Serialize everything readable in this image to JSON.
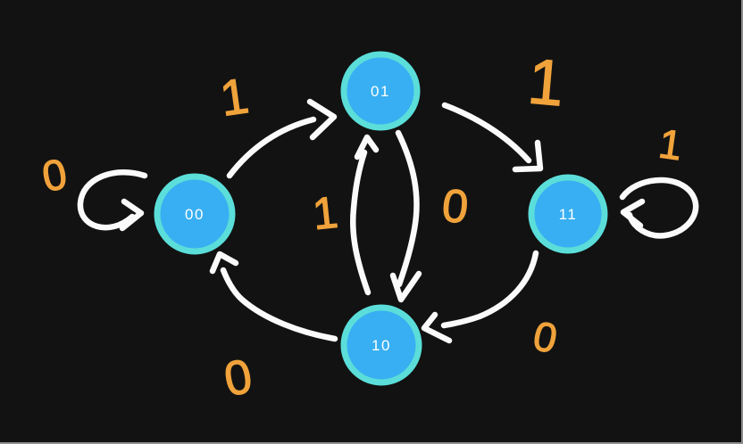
{
  "diagram": {
    "type": "finite-state-machine",
    "description": "Hand-drawn 4-state automaton over binary alphabet on dark whiteboard canvas",
    "colors": {
      "background": "#121212",
      "state_fill": "#38AFF2",
      "state_ring": "#5BDED9",
      "state_text": "#FFFFFF",
      "arrow_stroke": "#FAFAFA",
      "symbol_color": "#F0A23B",
      "frame_edge": "#8F8F8F"
    },
    "states": [
      {
        "id": "00",
        "label": "00"
      },
      {
        "id": "01",
        "label": "01"
      },
      {
        "id": "11",
        "label": "11"
      },
      {
        "id": "10",
        "label": "10"
      }
    ],
    "edges": [
      {
        "from": "00",
        "to": "00",
        "symbol": "0",
        "kind": "self-loop-left"
      },
      {
        "from": "00",
        "to": "01",
        "symbol": "1",
        "kind": "curve"
      },
      {
        "from": "01",
        "to": "11",
        "symbol": "1",
        "kind": "curve"
      },
      {
        "from": "11",
        "to": "11",
        "symbol": "1",
        "kind": "self-loop-right"
      },
      {
        "from": "01",
        "to": "10",
        "symbol": "0",
        "kind": "curve-down"
      },
      {
        "from": "10",
        "to": "01",
        "symbol": "1",
        "kind": "curve-up"
      },
      {
        "from": "11",
        "to": "10",
        "symbol": "0",
        "kind": "curve"
      },
      {
        "from": "10",
        "to": "00",
        "symbol": "0",
        "kind": "curve"
      }
    ]
  }
}
